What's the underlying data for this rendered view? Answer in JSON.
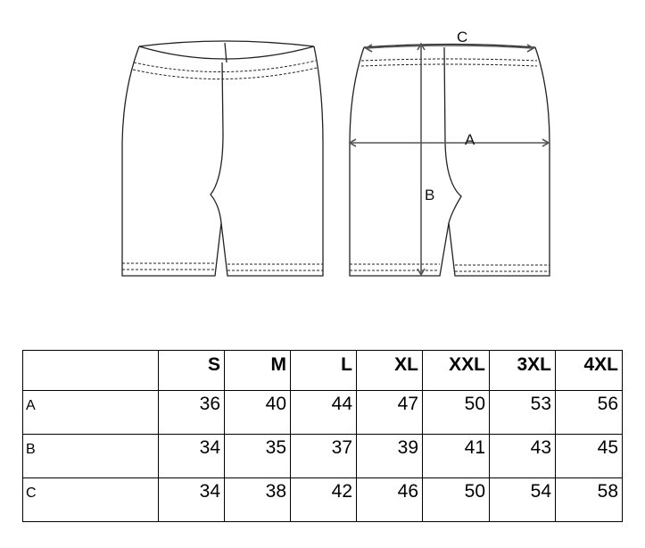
{
  "diagram": {
    "front_view": "shorts-front-view",
    "back_view": "shorts-back-view-with-measurements",
    "measurement_labels": {
      "A": "A",
      "B": "B",
      "C": "C"
    },
    "line_color": "#222222",
    "arrow_color": "#555555"
  },
  "size_table": {
    "columns": [
      "",
      "S",
      "M",
      "L",
      "XL",
      "XXL",
      "3XL",
      "4XL"
    ],
    "rows": [
      {
        "label": "A",
        "values": [
          "36",
          "40",
          "44",
          "47",
          "50",
          "53",
          "56"
        ]
      },
      {
        "label": "B",
        "values": [
          "34",
          "35",
          "37",
          "39",
          "41",
          "43",
          "45"
        ]
      },
      {
        "label": "C",
        "values": [
          "34",
          "38",
          "42",
          "46",
          "50",
          "54",
          "58"
        ]
      }
    ]
  }
}
